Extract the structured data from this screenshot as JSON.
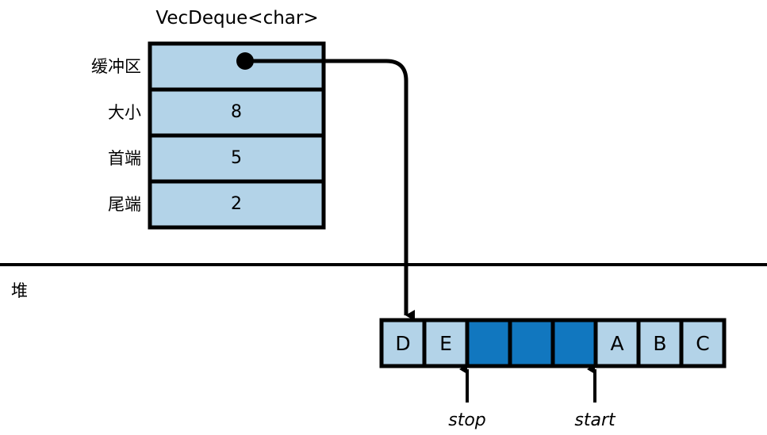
{
  "diagram": {
    "title": "VecDeque<char>",
    "heap_label": "堆",
    "struct": {
      "fields": [
        {
          "label": "缓冲区",
          "value": "",
          "kind": "pointer"
        },
        {
          "label": "大小",
          "value": "8",
          "kind": "number"
        },
        {
          "label": "首端",
          "value": "5",
          "kind": "number"
        },
        {
          "label": "尾端",
          "value": "2",
          "kind": "number"
        }
      ]
    },
    "buffer": {
      "capacity": 8,
      "cells": [
        {
          "index": 0,
          "text": "D",
          "filled": true
        },
        {
          "index": 1,
          "text": "E",
          "filled": true
        },
        {
          "index": 2,
          "text": "",
          "filled": false
        },
        {
          "index": 3,
          "text": "",
          "filled": false
        },
        {
          "index": 4,
          "text": "",
          "filled": false
        },
        {
          "index": 5,
          "text": "A",
          "filled": true
        },
        {
          "index": 6,
          "text": "B",
          "filled": true
        },
        {
          "index": 7,
          "text": "C",
          "filled": true
        }
      ]
    },
    "markers": [
      {
        "name": "stop",
        "label": "stop",
        "at_index": 2
      },
      {
        "name": "start",
        "label": "start",
        "at_index": 5
      }
    ],
    "colors": {
      "fill_used": "#b3d3e8",
      "fill_empty": "#1177bf",
      "stroke": "#000000",
      "background": "#ffffff"
    }
  }
}
